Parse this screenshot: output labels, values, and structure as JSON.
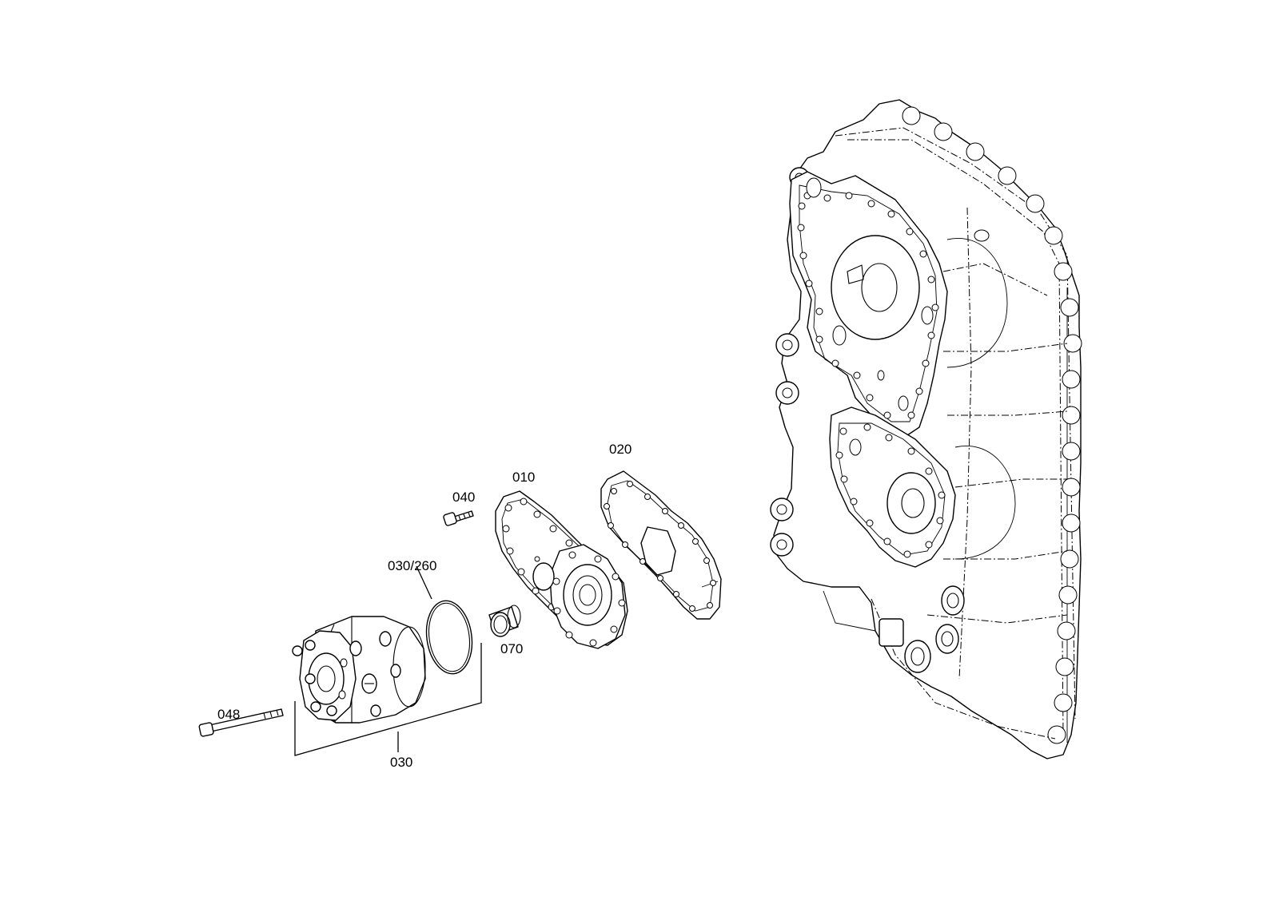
{
  "callouts": {
    "p010": "010",
    "p020": "020",
    "p030": "030",
    "p030_260": "030/260",
    "p040": "040",
    "p048": "048",
    "p070": "070"
  }
}
